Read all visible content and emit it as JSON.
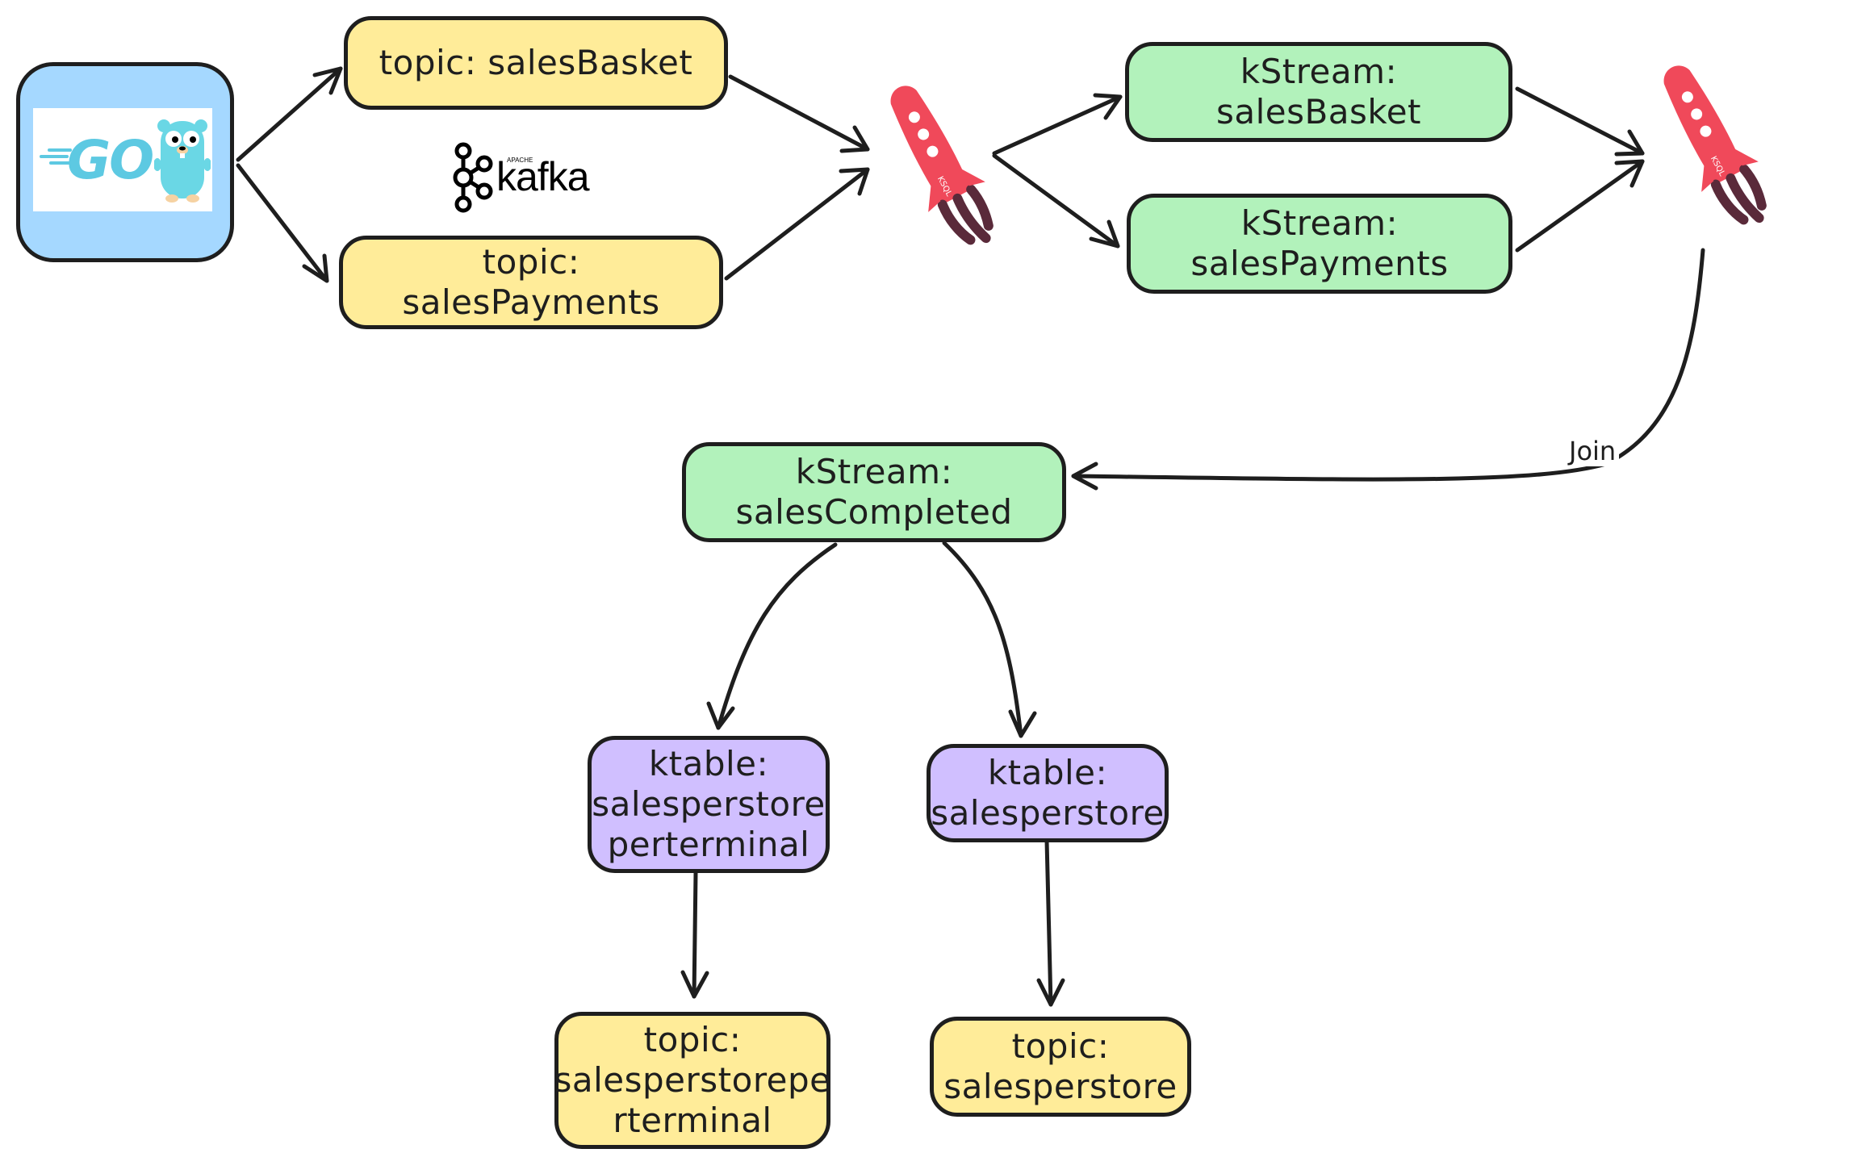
{
  "diagram": {
    "source": {
      "logo_text": "GO"
    },
    "kafka": {
      "apache_text": "APACHE",
      "logo_text": "kafka"
    },
    "rockets": [
      {
        "text": "KSQL"
      },
      {
        "text": "KSQL"
      }
    ],
    "nodes": {
      "topic_sales_basket": "topic: salesBasket",
      "topic_sales_payments": "topic: salesPayments",
      "kstream_sales_basket": "kStream:\nsalesBasket",
      "kstream_sales_payments": "kStream:\nsalesPayments",
      "kstream_sales_completed": "kStream:\nsalesCompleted",
      "ktable_salesperstore_perterminal": "ktable:\nsalesperstore\nperterminal",
      "ktable_salesperstore": "ktable:\nsalesperstore",
      "topic_salesperstore_perterminal": "topic:\nsalesperstorepe\nrterminal",
      "topic_salesperstore": "topic:\nsalesperstore"
    },
    "edge_labels": {
      "join": "Join"
    },
    "colors": {
      "topic": "#ffec99",
      "kstream": "#b2f2bb",
      "ktable": "#d0bfff",
      "source": "#a5d8ff",
      "stroke": "#1e1e1e",
      "rocket": "#f0495a",
      "rocket_flame": "#5a2a3a",
      "go_blue": "#5dc9e2"
    }
  }
}
